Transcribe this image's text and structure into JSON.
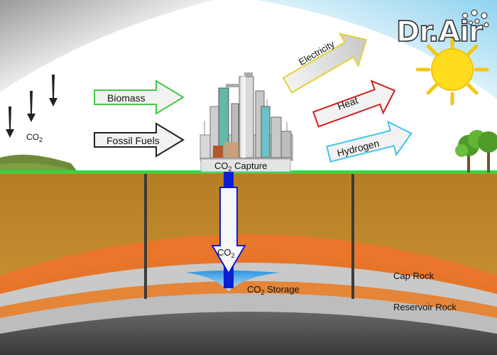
{
  "logo": {
    "text": "Dr.Air"
  },
  "atmosphere": {
    "co2_base": "CO",
    "co2_sub": "2"
  },
  "inputs": [
    {
      "label": "Biomass",
      "outline_color": "#44c844"
    },
    {
      "label": "Fossil Fuels",
      "outline_color": "#222222"
    }
  ],
  "outputs": [
    {
      "label": "Electricity",
      "outline_color": "#e0d23a"
    },
    {
      "label": "Heat",
      "outline_color": "#d32020"
    },
    {
      "label": "Hydrogen",
      "outline_color": "#3fc6e8"
    }
  ],
  "capture": {
    "base": "CO",
    "sub": "2",
    "rest": " Capture"
  },
  "injection": {
    "base": "CO",
    "sub": "2"
  },
  "storage": {
    "base": "CO",
    "sub": "2",
    "rest": " Storage"
  },
  "layers": {
    "cap_rock": "Cap Rock",
    "reservoir_rock": "Reservoir Rock"
  },
  "colors": {
    "ground": "#c9902f",
    "orange_band": "#ef7d22",
    "storage_gray": "#c7c7c7",
    "pipe_blue": "#0a1fd1",
    "grass": "#3fd13f"
  }
}
